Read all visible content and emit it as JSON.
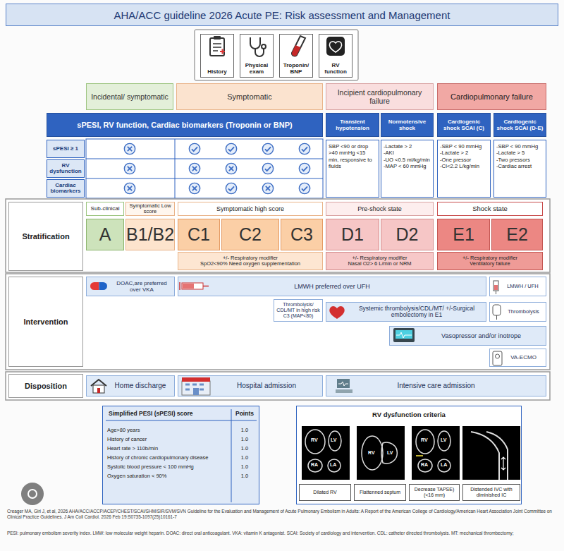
{
  "diagram": {
    "title": "AHA/ACC guideline 2026 Acute PE: Risk assessment and Management",
    "nodes": [
      {
        "text": [
          "History"
        ]
      },
      {
        "text": [
          "Physical exam"
        ]
      },
      {
        "text": [
          "Troponin/ BNP"
        ]
      },
      {
        "text": [
          "RV function"
        ]
      },
      {
        "text": [
          "Incidental/ symptomatic"
        ]
      },
      {
        "text": [
          "Symptomatic"
        ]
      },
      {
        "text": [
          "Incipient cardiopulmonary failure"
        ]
      },
      {
        "text": [
          "Cardiopulmonary failure"
        ]
      },
      {
        "text": [
          "sPESI, RV function, Cardiac biomarkers (Troponin or BNP)"
        ]
      },
      {
        "text": [
          "Transient hypotension"
        ]
      },
      {
        "text": [
          "Normotensive shock"
        ]
      },
      {
        "text": [
          "Cardiogenic shock SCAI (C)"
        ]
      },
      {
        "text": [
          "Cardiogenic shock SCAI (D-E)"
        ]
      },
      {
        "text": [
          "sPESI ≥ 1"
        ]
      },
      {
        "text": [
          "RV dysfunction"
        ]
      },
      {
        "text": [
          "Cardiac biomarkers"
        ]
      },
      {
        "text": [
          "SBP <90 or drop >40 mmHg <15 min, responsive to fluids"
        ]
      },
      {
        "text": [
          "-Lactate > 2",
          "-AKI",
          "-UO <0.5 ml/kg/min",
          "-MAP < 60 mmHg"
        ]
      },
      {
        "text": [
          "-SBP < 90 mmHg",
          "-Lactate > 2",
          "-One pressor",
          "-CI<2.2 L/kg/min"
        ]
      },
      {
        "text": [
          "-SBP < 90 mmHg",
          "-Lactate > 5",
          "-Two pressors",
          "-Cardiac arrest"
        ]
      },
      {
        "text": [
          "Sub-clinical"
        ]
      },
      {
        "text": [
          "Symptomatic Low score"
        ]
      },
      {
        "text": [
          "Symptomatic high score"
        ]
      },
      {
        "text": [
          "Pre-shock state"
        ]
      },
      {
        "text": [
          "Shock state"
        ]
      },
      {
        "text": [
          "Stratification"
        ]
      },
      {
        "text": [
          "A"
        ]
      },
      {
        "text": [
          "B1/B2"
        ]
      },
      {
        "text": [
          "C1"
        ]
      },
      {
        "text": [
          "C2"
        ]
      },
      {
        "text": [
          "C3"
        ]
      },
      {
        "text": [
          "D1"
        ]
      },
      {
        "text": [
          "D2"
        ]
      },
      {
        "text": [
          "E1"
        ]
      },
      {
        "text": [
          "E2"
        ]
      },
      {
        "text": [
          "+/- Respiratory modifier",
          "SpO2<90% Need oxygen supplementation"
        ]
      },
      {
        "text": [
          "+/- Respiratory modifier",
          "Nasal O2> 6 L/min or NRM"
        ]
      },
      {
        "text": [
          "+/- Respiratory modifier",
          "Ventilatory failure"
        ]
      },
      {
        "text": [
          "Intervention"
        ]
      },
      {
        "text": [
          "DOAC,are preferred over VKA"
        ]
      },
      {
        "text": [
          "LMWH preferred over UFH"
        ]
      },
      {
        "text": [
          "LMWH / UFH"
        ]
      },
      {
        "text": [
          "Thrombolysis/ CDL/MT in high risk C3 (MAP<80)"
        ]
      },
      {
        "text": [
          "Systemic thrombolysis/CDL/MT/ +/-Surgical embolectomy in E1"
        ]
      },
      {
        "text": [
          "Thrombolysis"
        ]
      },
      {
        "text": [
          "Vasopressor and/or inotrope"
        ]
      },
      {
        "text": [
          "VA-ECMO"
        ]
      },
      {
        "text": [
          "Disposition"
        ]
      },
      {
        "text": [
          "Home discharge"
        ]
      },
      {
        "text": [
          "Hospital admission"
        ]
      },
      {
        "text": [
          "Intensive care admission"
        ]
      },
      {
        "text": [
          "Simplified PESI (sPESI) score",
          "Points"
        ]
      },
      {
        "text": [
          "Age>80 years",
          "History of cancer",
          "Heart rate > 110b/min",
          "History of chronic cardiopulmonary disease",
          "Systolic blood pressure < 100 mmHg",
          "Oxygen saturation < 90%"
        ],
        "in": 51
      },
      {
        "text": [
          "1.0",
          "1.0",
          "1.0",
          "1.0",
          "1.0",
          "1.0"
        ],
        "in": 51
      },
      {
        "text": [
          "RV dysfunction criteria"
        ]
      },
      {
        "text": [
          "Dilated RV"
        ],
        "in": 54
      },
      {
        "text": [
          "Flattenned septum"
        ],
        "in": 54
      },
      {
        "text": [
          "Decrease TAPSE) (<16 mm)"
        ],
        "in": 54
      },
      {
        "text": [
          "Distended IVC with diminished IC"
        ],
        "in": 54
      }
    ],
    "labels": [
      "Creager MA, Giri J, et al, 2026 AHA/ACC/ACCP/ACEP/CHEST/SCAI/SHM/SIR/SVM/SVN Guideline for the Evaluation and Management of Acute Pulmonary Embolism in Adults: A Report of the American College of Cardiology/American Heart Association Joint Committee on Clinical Practice Guidelines. J Am Coll Cardiol. 2026 Feb 19:S0735-1097(25)10161-7",
      "PESI: pulmonary embolism severity index. LMW: low molecular weight heparin. DOAC: direct oral anticoagulant. VKA: vitamin K antagonist. SCAI: Society of cardiology and intervention. CDL: catheter directed thrombolysis. MT: mechanical thrombectomy;",
      "RV",
      "LV",
      "RA",
      "LA",
      "RV",
      "LV",
      "RV",
      "LV",
      "RA",
      "LA"
    ]
  }
}
